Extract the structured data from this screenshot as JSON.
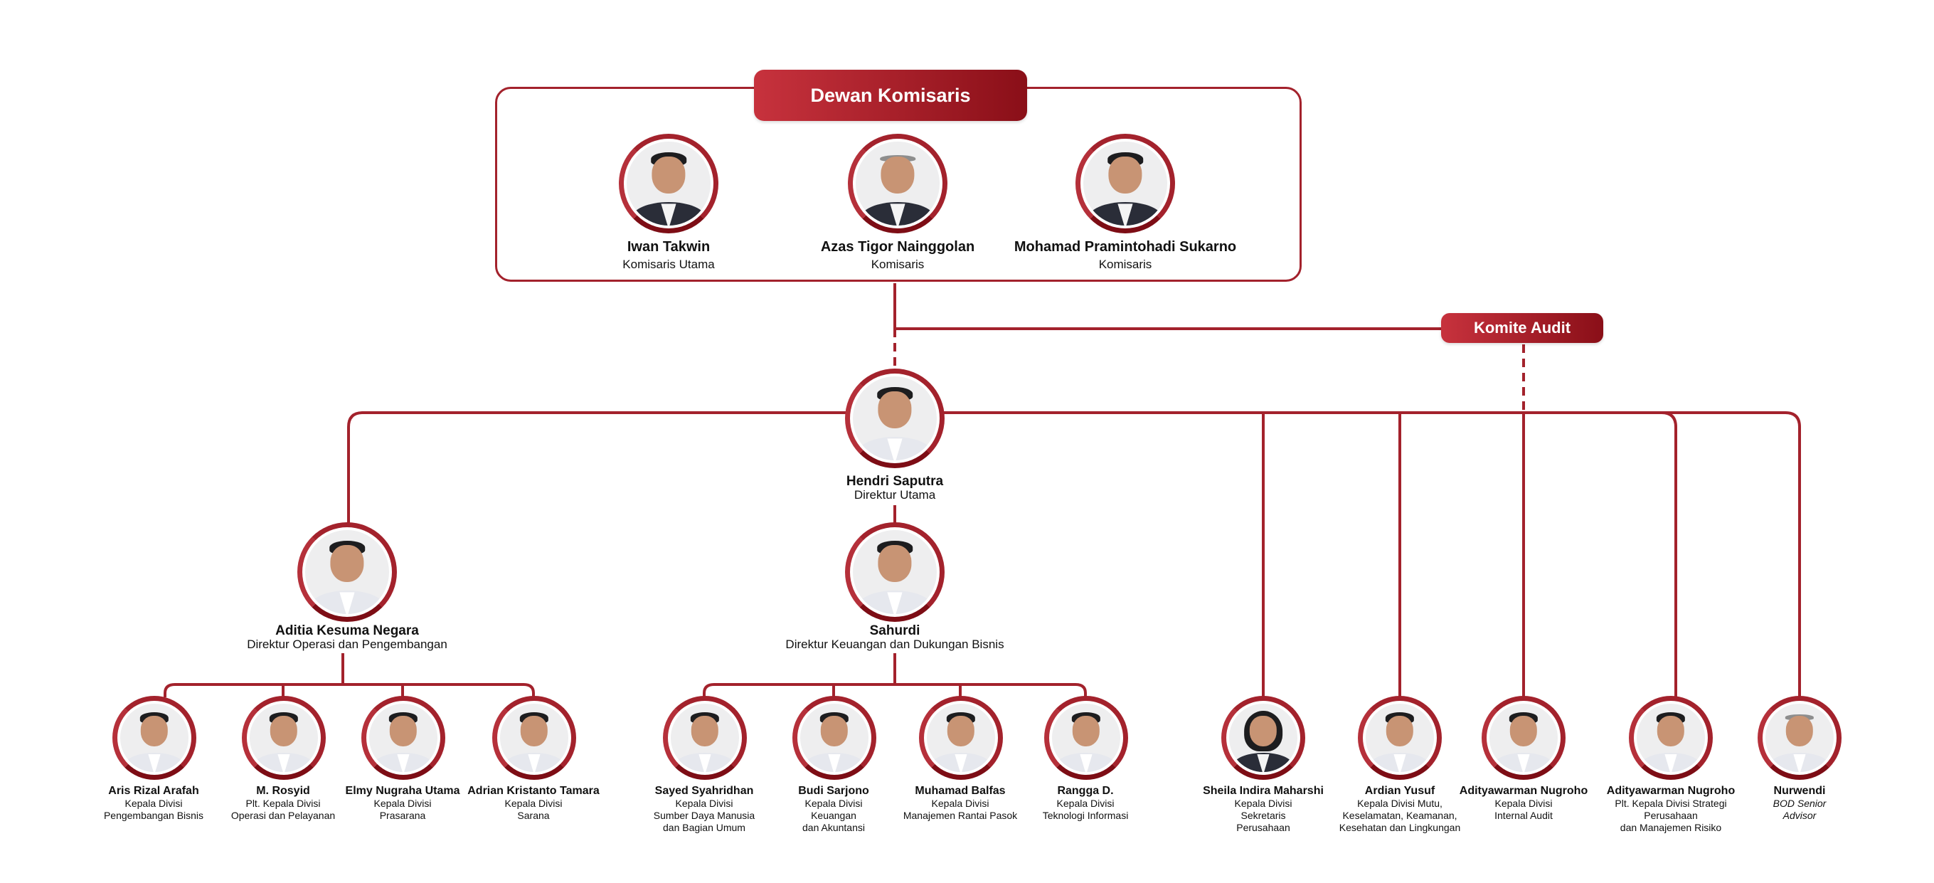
{
  "dewan_komisaris": {
    "title": "Dewan Komisaris",
    "members": [
      {
        "name": "Iwan Takwin",
        "role": "Komisaris Utama"
      },
      {
        "name": "Azas Tigor Nainggolan",
        "role": "Komisaris"
      },
      {
        "name": "Mohamad Pramintohadi Sukarno",
        "role": "Komisaris"
      }
    ]
  },
  "komite_audit": {
    "title": "Komite Audit"
  },
  "direktur_utama": {
    "name": "Hendri Saputra",
    "role": "Direktur Utama"
  },
  "direktur_operasi": {
    "name": "Aditia Kesuma Negara",
    "role": "Direktur Operasi dan Pengembangan"
  },
  "direktur_keuangan": {
    "name": "Sahurdi",
    "role": "Direktur Keuangan dan Dukungan Bisnis"
  },
  "operasi_divisions": [
    {
      "name": "Aris Rizal Arafah",
      "role": "Kepala Divisi\nPengembangan Bisnis"
    },
    {
      "name": "M. Rosyid",
      "role": "Plt. Kepala Divisi\nOperasi dan Pelayanan"
    },
    {
      "name": "Elmy Nugraha Utama",
      "role": "Kepala Divisi\nPrasarana"
    },
    {
      "name": "Adrian Kristanto Tamara",
      "role": "Kepala Divisi\nSarana"
    }
  ],
  "keuangan_divisions": [
    {
      "name": "Sayed Syahridhan",
      "role": "Kepala Divisi\nSumber Daya Manusia\ndan Bagian Umum"
    },
    {
      "name": "Budi Sarjono",
      "role": "Kepala Divisi\nKeuangan\ndan Akuntansi"
    },
    {
      "name": "Muhamad Balfas",
      "role": "Kepala Divisi\nManajemen Rantai Pasok"
    },
    {
      "name": "Rangga D.",
      "role": "Kepala Divisi\nTeknologi Informasi"
    }
  ],
  "direct_divisions": [
    {
      "name": "Sheila Indira Maharshi",
      "role": "Kepala Divisi\nSekretaris\nPerusahaan"
    },
    {
      "name": "Ardian Yusuf",
      "role": "Kepala Divisi Mutu,\nKeselamatan, Keamanan,\nKesehatan dan Lingkungan"
    },
    {
      "name": "Adityawarman Nugroho",
      "role": "Kepala Divisi\nInternal Audit"
    },
    {
      "name": "Adityawarman Nugroho",
      "role": "Plt. Kepala Divisi Strategi\nPerusahaan\ndan Manajemen Risiko"
    },
    {
      "name": "Nurwendi",
      "role": "BOD Senior\nAdvisor"
    }
  ],
  "colors": {
    "primary": "#a3222c",
    "dark": "#7d0d15",
    "accent": "#c7323d"
  }
}
